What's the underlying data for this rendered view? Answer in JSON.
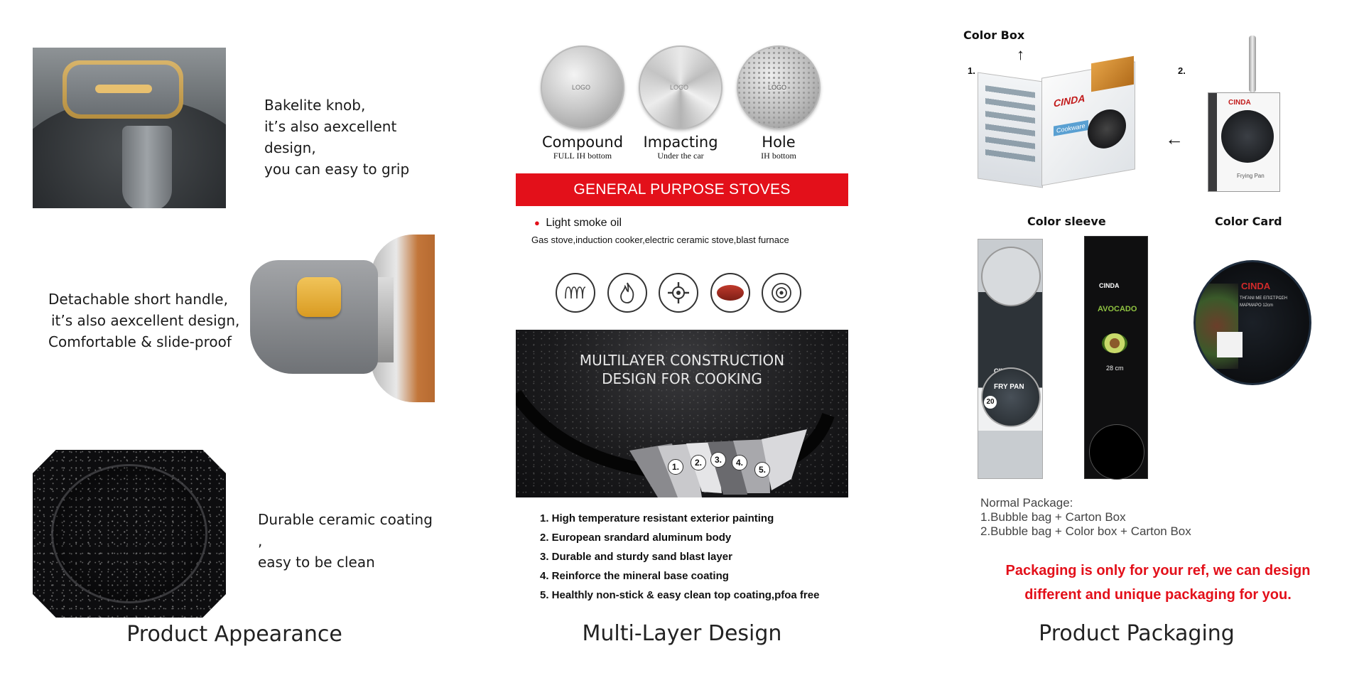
{
  "appearance": {
    "caption": "Product Appearance",
    "knob_text": [
      "Bakelite knob,",
      "it’s also aexcellent design,",
      "you can easy to grip"
    ],
    "handle_text": [
      "Detachable short handle,",
      "it’s also aexcellent design,",
      "Comfortable & slide-proof"
    ],
    "coating_text": [
      "Durable ceramic coating ,",
      "easy to be clean"
    ]
  },
  "multilayer": {
    "caption": "Multi-Layer Design",
    "bottoms": [
      {
        "title": "Compound",
        "sub": "FULL IH bottom",
        "logo": "LOGO"
      },
      {
        "title": "Impacting",
        "sub": "Under the car",
        "logo": "LOGO"
      },
      {
        "title": "Hole",
        "sub": "IH bottom",
        "logo": "LOGO"
      }
    ],
    "banner": "GENERAL PURPOSE STOVES",
    "bullet": "Light smoke oil",
    "stoves_line": "Gas stove,induction cooker,electric ceramic stove,blast furnace",
    "stove_icons": [
      "induction-coil-icon",
      "flame-icon",
      "gas-burner-icon",
      "ceramic-plate-icon",
      "hot-plate-icon"
    ],
    "construction_title": [
      "MULTILAYER CONSTRUCTION",
      "DESIGN FOR COOKING"
    ],
    "layer_numbers": [
      "1.",
      "2.",
      "3.",
      "4.",
      "5."
    ],
    "layers": [
      "1. High temperature resistant exterior painting",
      "2. European srandard aluminum body",
      "3. Durable and sturdy sand blast layer",
      "4. Reinforce the mineral base coating",
      "5. Healthly non-stick & easy clean top coating,pfoa free"
    ]
  },
  "packaging": {
    "caption": "Product Packaging",
    "color_box": "Color Box",
    "box1_num": "1.",
    "box2_num": "2.",
    "color_sleeve": "Color sleeve",
    "color_card": "Color Card",
    "brand": "CINDA",
    "box_sub": "Cookware",
    "box_frying": "Frying Pan",
    "sleeve1_label": "FRY PAN",
    "sleeve1_size": "20",
    "sleeve2_label": "AVOCADO",
    "sleeve2_size": "28 cm",
    "card_line": "ΤΗΓΑΝΙ ΜΕ ΕΠΙΣΤΡΩΣΗ",
    "card_line2": "ΜΑΡΜΑΡΟ 12cm",
    "normal_title": "Normal Package:",
    "normal_items": [
      "1.Bubble bag + Carton Box",
      "2.Bubble bag + Color box + Carton Box"
    ],
    "note": [
      "Packaging is only for your ref, we can design",
      "different and unique packaging for you."
    ],
    "colors": {
      "accent_red": "#e3101a"
    }
  }
}
